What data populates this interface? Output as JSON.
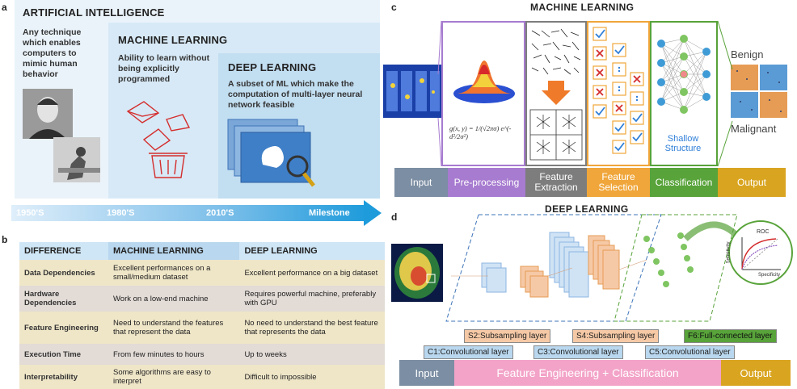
{
  "panel_a": {
    "letter": "a",
    "ai_title": "ARTIFICIAL INTELLIGENCE",
    "ai_desc": "Any technique which enables computers to mimic human behavior",
    "ml_title": "MACHINE LEARNING",
    "ml_desc": "Ability to learn without being explicitly programmed",
    "dl_title": "DEEP LEARNING",
    "dl_desc": "A  subset of ML which make the computation of multi-layer neural network feasible",
    "timeline": [
      "1950'S",
      "1980'S",
      "2010'S",
      "Milestone"
    ]
  },
  "panel_b": {
    "letter": "b",
    "headers": [
      "DIFFERENCE",
      "MACHINE LEARNING",
      "DEEP LEARNING"
    ],
    "rows": [
      [
        "Data Dependencies",
        "Excellent performances on a small/medium dataset",
        "Excellent performance on a big dataset"
      ],
      [
        "Hardware Dependencies",
        "Work on a low-end machine",
        "Requires powerful machine, preferably with GPU"
      ],
      [
        "Feature Engineering",
        "Need to understand the features that represent the data",
        "No need to understand the best feature that represents the data"
      ],
      [
        "Execution Time",
        "From few minutes to hours",
        "Up to weeks"
      ],
      [
        "Interpretability",
        "Some algorithms are easy to interpret",
        "Difficult to impossible"
      ]
    ]
  },
  "panel_c": {
    "letter": "c",
    "title": "MACHINE LEARNING",
    "stages": [
      "Input",
      "Pre-processing",
      "Feature Extraction",
      "Feature Selection",
      "Classification",
      "Output"
    ],
    "formula": "g(x, y) = 1/(√2πσ) e^(-d²/2σ²)",
    "shallow": "Shallow Structure",
    "benign": "Benign",
    "malignant": "Malignant",
    "colors": {
      "input": "#7c8ea3",
      "preprocessing": "#a77bd0",
      "extraction": "#7d7d7d",
      "selection": "#f0a63a",
      "classification": "#58a33a",
      "output": "#d9a521"
    }
  },
  "panel_d": {
    "letter": "d",
    "title": "DEEP LEARNING",
    "layers": [
      "S2:Subsampling layer",
      "S4:Subsampling layer",
      "F6:Full-connected layer",
      "C1:Convolutional layer",
      "C3:Convolutional layer",
      "C5:Convolutional layer"
    ],
    "bottom": [
      "Input",
      "Feature Engineering + Classification",
      "Output"
    ],
    "roc": {
      "title": "ROC",
      "xlabel": "Specificity",
      "ylabel": "Sensitivity"
    }
  }
}
